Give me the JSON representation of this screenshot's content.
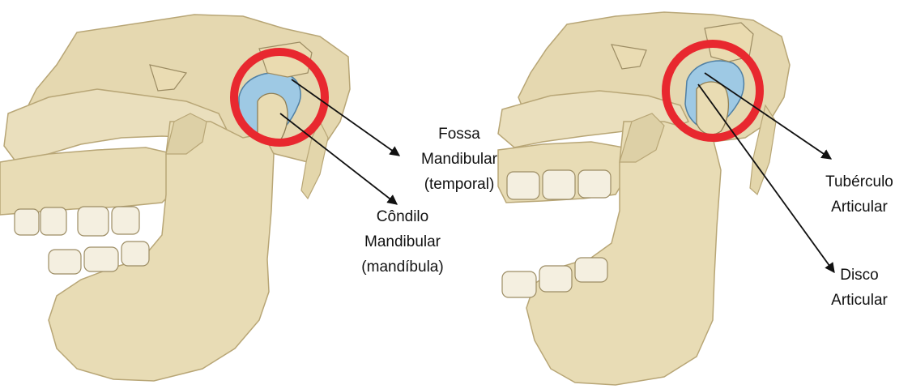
{
  "figures": [
    {
      "id": "left",
      "labels": [
        {
          "id": "fossa-mandibular",
          "lines": [
            "Fossa",
            "Mandibular",
            "(temporal)"
          ]
        },
        {
          "id": "condilo-mandibular",
          "lines": [
            "Côndilo",
            "Mandibular",
            "(mandíbula)"
          ]
        }
      ]
    },
    {
      "id": "right",
      "labels": [
        {
          "id": "tuberculo-articular",
          "lines": [
            "Tubérculo",
            "Articular"
          ]
        },
        {
          "id": "disco-articular",
          "lines": [
            "Disco",
            "Articular"
          ]
        }
      ]
    }
  ],
  "colors": {
    "bone": "#e8dcb5",
    "bone_dark": "#b8a676",
    "cartilage": "#9ec9e4",
    "highlight_ring": "#e8282f",
    "text": "#111111"
  }
}
